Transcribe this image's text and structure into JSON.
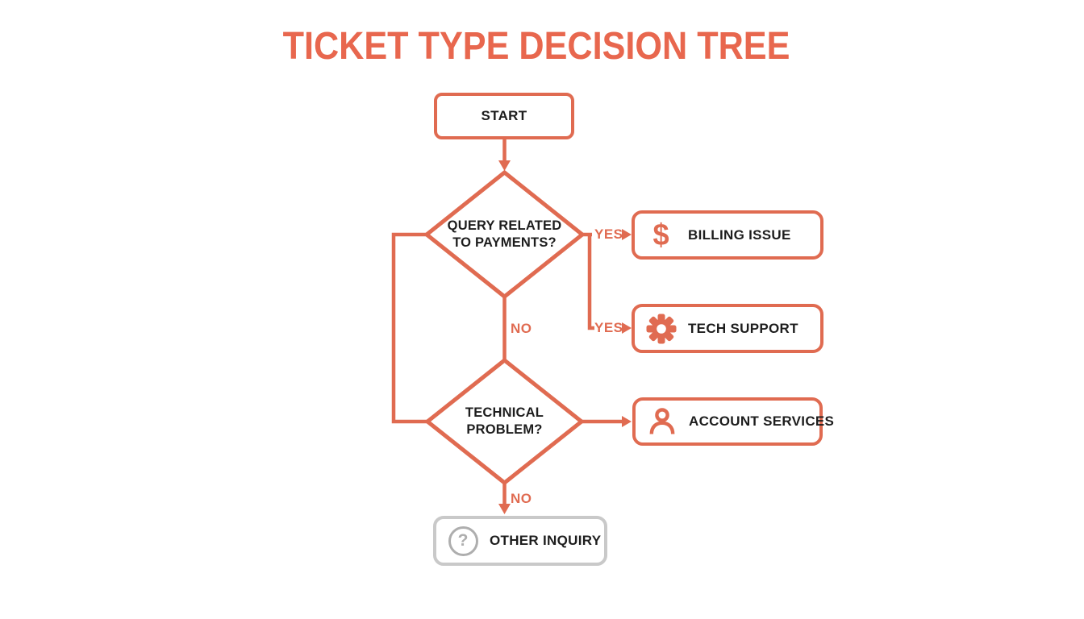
{
  "title": "TICKET TYPE DECISION TREE",
  "colors": {
    "accent": "#e06b51",
    "title_accent": "#e8674e",
    "gray_border": "#c9c9c9",
    "gray_icon": "#aeaeae",
    "ink": "#1d1d1d"
  },
  "nodes": {
    "start": {
      "label": "START"
    },
    "decision1": {
      "label": "QUERY RELATED TO PAYMENTS?"
    },
    "decision2": {
      "label": "TECHNICAL PROBLEM?"
    },
    "billing": {
      "label": "BILLING ISSUE",
      "icon": "dollar-icon"
    },
    "tech": {
      "label": "TECH SUPPORT",
      "icon": "gear-icon"
    },
    "account": {
      "label": "ACCOUNT SERVICES",
      "icon": "person-icon"
    },
    "other": {
      "label": "OTHER INQUIRY",
      "icon": "question-icon"
    }
  },
  "edges": {
    "yes1": "YES",
    "yes2": "YES",
    "no1": "NO",
    "no2": "NO"
  },
  "icons": {
    "dollar_glyph": "$",
    "question_glyph": "?"
  }
}
